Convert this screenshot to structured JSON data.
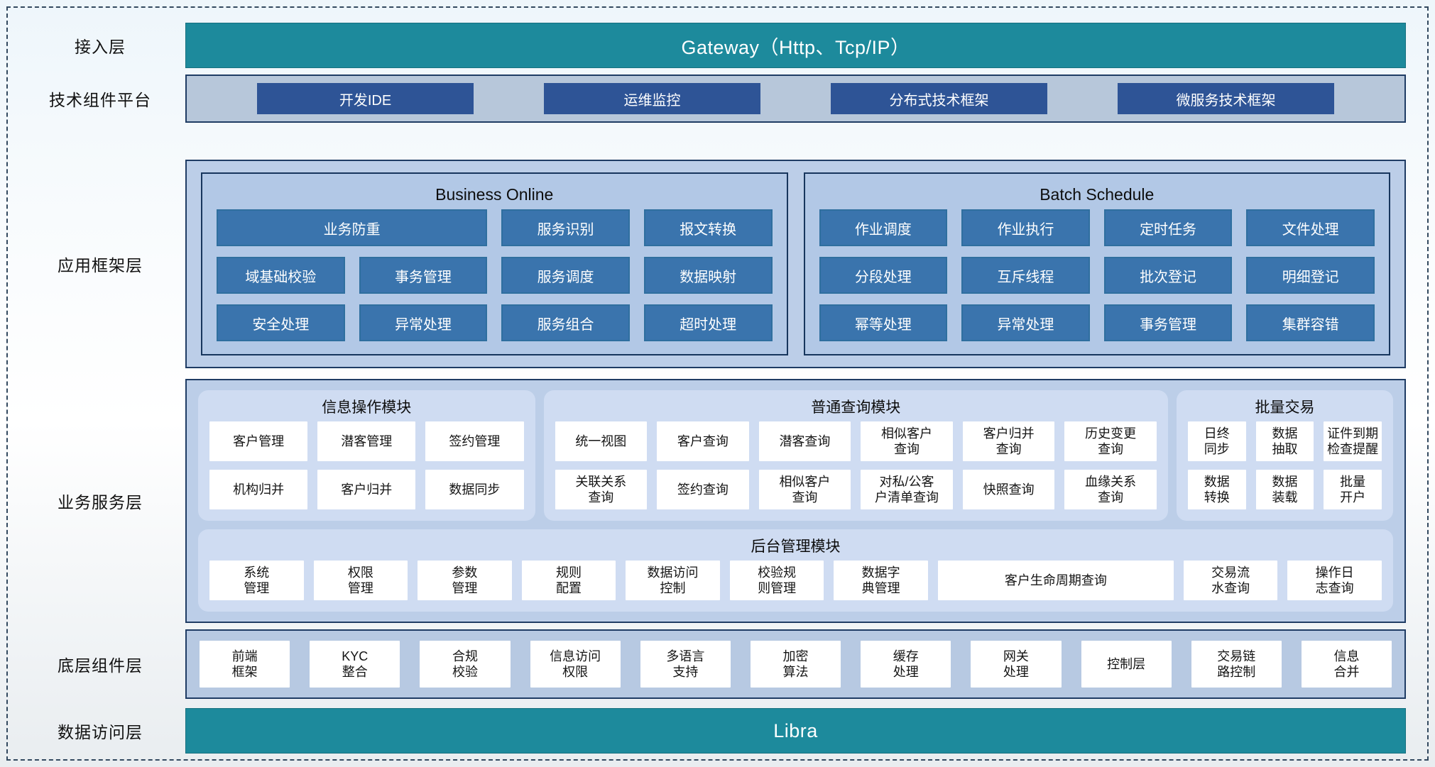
{
  "colors": {
    "teal_bar": "#1d8a9c",
    "navy_button": "#2e5496",
    "steel_button": "#3a74ad",
    "layer_background": "#bccee8",
    "module_background": "#cfdcf2",
    "border_navy": "#1f3c64"
  },
  "access_layer": {
    "label": "接入层",
    "bar_text": "Gateway（Http、Tcp/IP）"
  },
  "tech_platform": {
    "label": "技术组件平台",
    "buttons": [
      "开发IDE",
      "运维监控",
      "分布式技术框架",
      "微服务技术框架"
    ]
  },
  "app_framework": {
    "label": "应用框架层",
    "business_online": {
      "title": "Business Online",
      "buttons": [
        "业务防重",
        "服务识别",
        "报文转换",
        "域基础校验",
        "事务管理",
        "服务调度",
        "数据映射",
        "安全处理",
        "异常处理",
        "服务组合",
        "超时处理"
      ]
    },
    "batch_schedule": {
      "title": "Batch Schedule",
      "buttons": [
        "作业调度",
        "作业执行",
        "定时任务",
        "文件处理",
        "分段处理",
        "互斥线程",
        "批次登记",
        "明细登记",
        "幂等处理",
        "异常处理",
        "事务管理",
        "集群容错"
      ]
    }
  },
  "business_service": {
    "label": "业务服务层",
    "info_module": {
      "title": "信息操作模块",
      "buttons": [
        "客户管理",
        "潜客管理",
        "签约管理",
        "机构归并",
        "客户归并",
        "数据同步"
      ]
    },
    "query_module": {
      "title": "普通查询模块",
      "buttons": [
        "统一视图",
        "客户查询",
        "潜客查询",
        "相似客户\n查询",
        "客户归并\n查询",
        "历史变更\n查询",
        "关联关系\n查询",
        "签约查询",
        "相似客户\n查询",
        "对私/公客\n户清单查询",
        "快照查询",
        "血缘关系\n查询"
      ]
    },
    "batch_module": {
      "title": "批量交易",
      "buttons": [
        "日终\n同步",
        "数据\n抽取",
        "证件到期\n检查提醒",
        "数据\n转换",
        "数据\n装载",
        "批量\n开户"
      ]
    },
    "admin_module": {
      "title": "后台管理模块",
      "buttons": [
        "系统\n管理",
        "权限\n管理",
        "参数\n管理",
        "规则\n配置",
        "数据访问\n控制",
        "校验规\n则管理",
        "数据字\n典管理",
        "客户生命周期查询",
        "交易流\n水查询",
        "操作日\n志查询"
      ]
    }
  },
  "base_components": {
    "label": "底层组件层",
    "buttons": [
      "前端\n框架",
      "KYC\n整合",
      "合规\n校验",
      "信息访问\n权限",
      "多语言\n支持",
      "加密\n算法",
      "缓存\n处理",
      "网关\n处理",
      "控制层",
      "交易链\n路控制",
      "信息\n合并"
    ]
  },
  "data_access": {
    "label": "数据访问层",
    "bar_text": "Libra"
  }
}
